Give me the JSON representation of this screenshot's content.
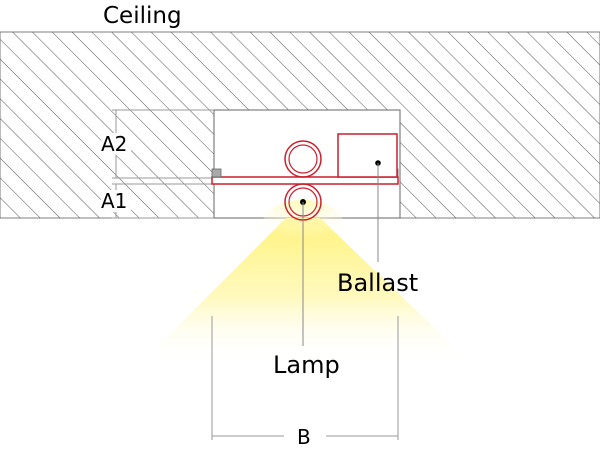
{
  "labels": {
    "ceiling": "Ceiling",
    "a2": "A2",
    "a1": "A1",
    "ballast": "Ballast",
    "lamp": "Lamp",
    "b": "B"
  },
  "colors": {
    "hatch": "#555555",
    "fixture": "#cc1f2e",
    "dim_line": "#999999",
    "light_core": "#fff27a",
    "light_fade": "#ffffff",
    "bracket": "#aaaaaa"
  }
}
